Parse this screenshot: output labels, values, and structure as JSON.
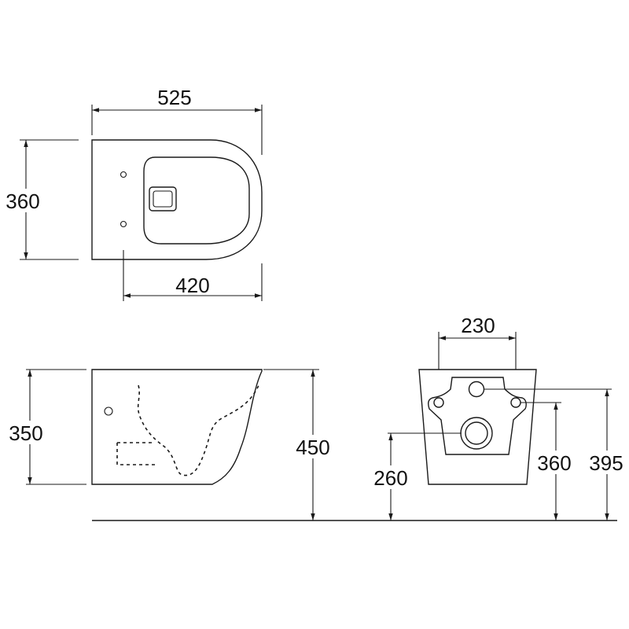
{
  "dimensions": {
    "top_width": "525",
    "top_depth": "360",
    "top_fixing": "420",
    "side_height": "350",
    "side_floor": "450",
    "front_width": "230",
    "front_outlet": "260",
    "front_inlet": "360",
    "front_top": "395"
  },
  "colors": {
    "line": "#1a1a1a",
    "background": "#ffffff"
  }
}
